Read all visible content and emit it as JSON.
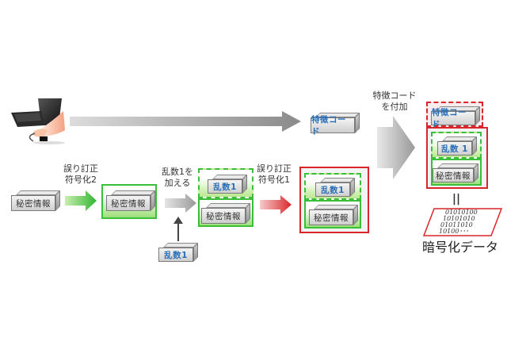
{
  "diagram": {
    "title": "Encryption process flow",
    "nodes": {
      "secret_info": "秘密情報",
      "random1": "乱数1",
      "feature_code": "特徴コード",
      "random1_spaced": "乱数 1"
    },
    "steps": {
      "ecc2": "誤り訂正\n符号化2",
      "add_random1": "乱数1を\n加える",
      "ecc1": "誤り訂正\n符号化1",
      "add_feature_code": "特徴コード\nを付加"
    },
    "equals_sign": "॥",
    "binary_data": [
      "01010100",
      "10101010",
      "01011010",
      "10100･･･"
    ],
    "output_label": "暗号化データ",
    "icons": {
      "user_with_laptop": "laptop-hand-icon"
    },
    "colors": {
      "green": "#3bbf3b",
      "red": "#d9262a",
      "gray_arrow": "#9a9a9a",
      "blue_text": "#2a6fb6"
    }
  }
}
